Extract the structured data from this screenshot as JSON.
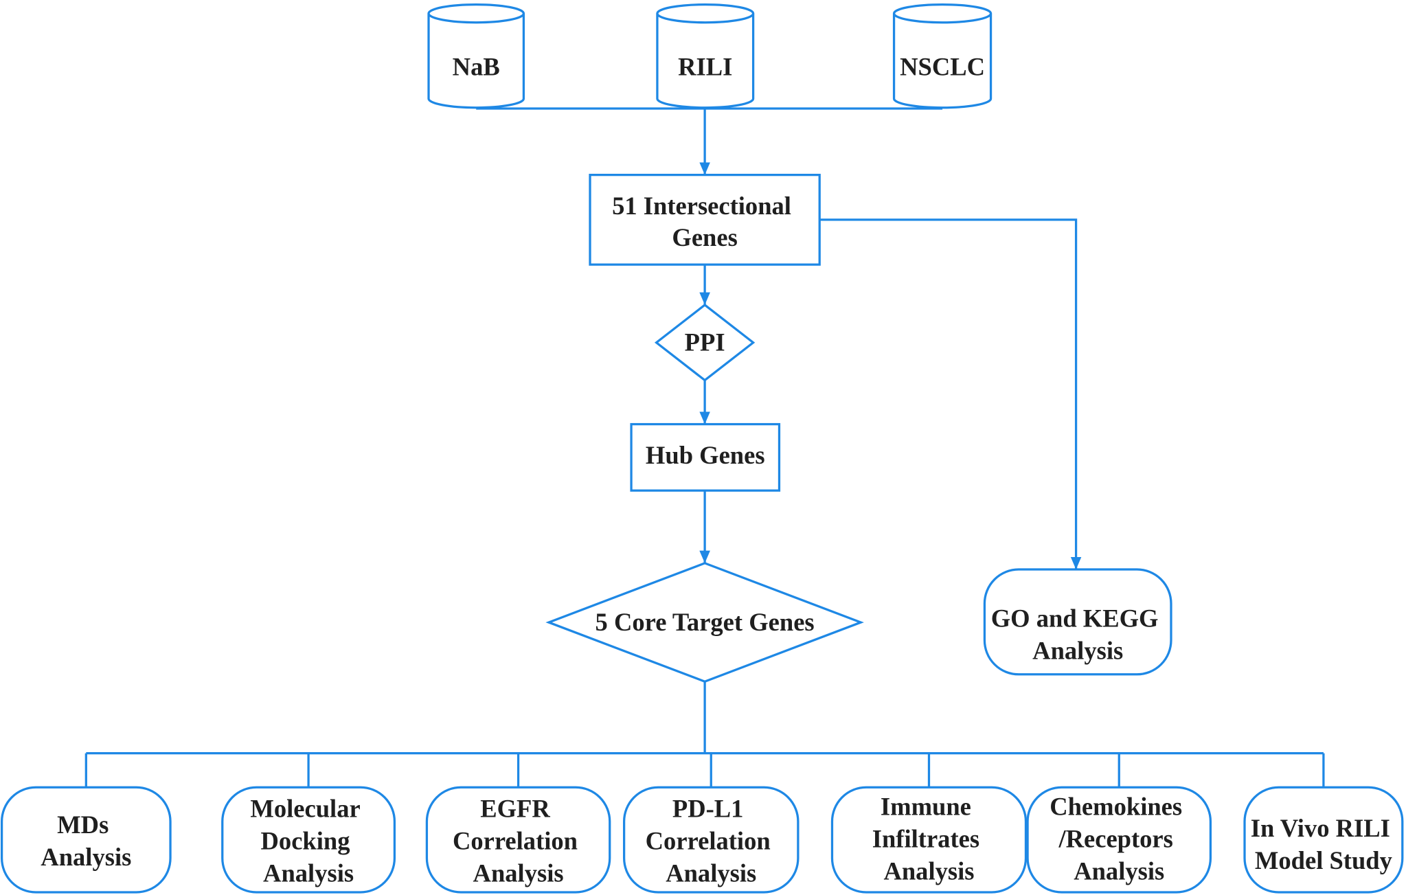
{
  "databases": [
    {
      "label": "NaB"
    },
    {
      "label": "RILI"
    },
    {
      "label": "NSCLC"
    }
  ],
  "intersection": {
    "lines": [
      "51 Intersectional",
      "Genes"
    ]
  },
  "ppi": {
    "label": "PPI"
  },
  "hub_genes": {
    "label": "Hub Genes"
  },
  "core_targets": {
    "label": "5 Core Target Genes"
  },
  "enrichment": {
    "lines": [
      "GO and KEGG",
      "Analysis"
    ]
  },
  "analyses": [
    {
      "lines": [
        "MDs",
        "Analysis"
      ]
    },
    {
      "lines": [
        "Molecular",
        "Docking",
        "Analysis"
      ]
    },
    {
      "lines": [
        "EGFR",
        "Correlation",
        "Analysis"
      ]
    },
    {
      "lines": [
        "PD-L1",
        "Correlation",
        "Analysis"
      ]
    },
    {
      "lines": [
        "Immune",
        "Infiltrates",
        "Analysis"
      ]
    },
    {
      "lines": [
        "Chemokines",
        "/Receptors",
        "Analysis"
      ]
    },
    {
      "lines": [
        "In Vivo RILI",
        "Model Study"
      ]
    }
  ],
  "colors": {
    "stroke": "#1e88e5",
    "text": "#1f1f1f",
    "fill": "#ffffff"
  }
}
